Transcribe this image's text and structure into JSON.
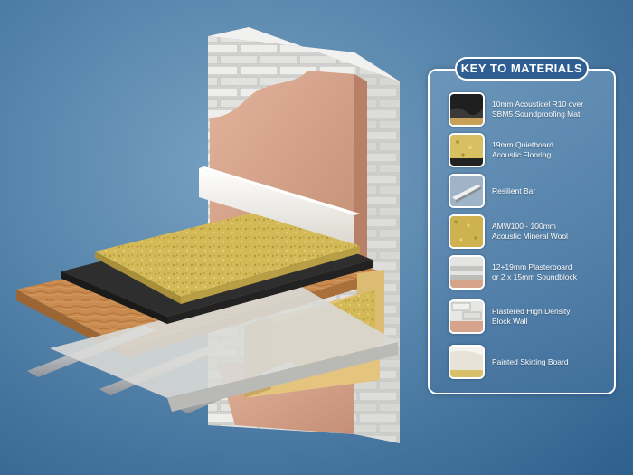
{
  "key": {
    "title": "KEY TO MATERIALS",
    "items": [
      {
        "line1": "10mm Acousticel R10 over",
        "line2": "SBM5 Soundproofing Mat",
        "swatch": "acoustic-mat-swatch-icon"
      },
      {
        "line1": "19mm Quietboard",
        "line2": "Acoustic Flooring",
        "swatch": "quietboard-swatch-icon"
      },
      {
        "line1": "Resilient Bar",
        "line2": "",
        "swatch": "resilient-bar-swatch-icon"
      },
      {
        "line1": "AMW100 - 100mm",
        "line2": "Acoustic Mineral Wool",
        "swatch": "mineral-wool-swatch-icon"
      },
      {
        "line1": "12+19mm Plasterboard",
        "line2": "or 2 x 15mm Soundblock",
        "swatch": "plasterboard-swatch-icon"
      },
      {
        "line1": "Plastered High Density",
        "line2": "Block Wall",
        "swatch": "block-wall-swatch-icon"
      },
      {
        "line1": "Painted Skirting Board",
        "line2": "",
        "swatch": "skirting-board-swatch-icon"
      }
    ]
  },
  "colors": {
    "background": "#4f7ea6",
    "panel_title": "#2f5f92",
    "block": "#e4e4e2",
    "plaster": "#d6a48a",
    "quietboard": "#d9c06a",
    "timber": "#c88a4e",
    "mat": "#2a2a2a",
    "mineral_wool": "#cdb24f",
    "skirting": "#f6f4ee",
    "steel": "#c9ccd0"
  }
}
